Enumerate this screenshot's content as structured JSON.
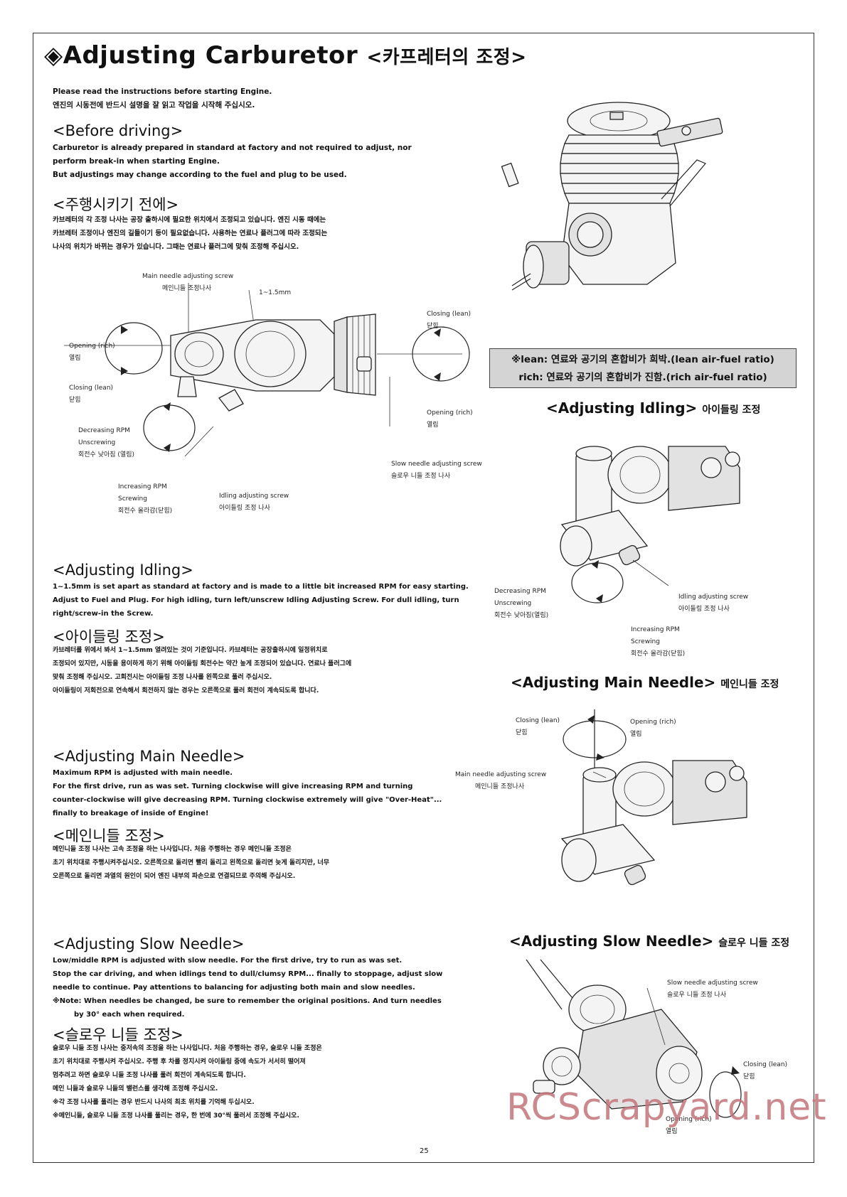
{
  "title": {
    "symbol": "◈",
    "text": "Adjusting Carburetor",
    "korean": "<카프레터의 조정>"
  },
  "intro": [
    "Please read the instructions before starting Engine.",
    "엔진의 시동전에 반드시 설명을 잘 읽고 작업을 시작해 주십시오."
  ],
  "before_driving": {
    "heading": "<Before driving>",
    "lines": [
      "Carburetor is already prepared in standard at factory and not required to adjust, nor",
      "perform break-in when starting Engine.",
      "But adjustings may change according to the fuel and plug to be used."
    ],
    "heading_ko": "<주행시키기 전에>",
    "lines_ko": [
      "카브레터의 각 조정 나사는 공장 출하시에 필요한 위치에서 조정되고 있습니다. 엔진 시동 때에는",
      "카브레터 조정이나 엔진의 길들이기 등이 필요없습니다. 사용하는 연료나 플러그에 따라 조정되는",
      "나사의 위치가 바뀌는 경우가 있습니다. 그때는 연료나 플러그에 맞춰 조정해 주십시오."
    ]
  },
  "diagram1": {
    "main_needle": [
      "Main needle adjusting screw",
      "메인니들 조정나사"
    ],
    "gap": "1~1.5mm",
    "closing_lean_right": [
      "Closing (lean)",
      "닫힘"
    ],
    "opening_rich_left": [
      "Opening (rich)",
      "열림"
    ],
    "closing_lean_left": [
      "Closing (lean)",
      "닫힘"
    ],
    "opening_rich_right": [
      "Opening (rich)",
      "열림"
    ],
    "decreasing": [
      "Decreasing RPM",
      "Unscrewing",
      "회전수 낮아짐 (열림)"
    ],
    "increasing": [
      "Increasing RPM",
      "Screwing",
      "회전수 올라감(닫힘)"
    ],
    "idling_screw": [
      "Idling adjusting screw",
      "아이들링 조정 나사"
    ],
    "slow_needle": [
      "Slow needle adjusting screw",
      "슬로우 니들 조정 나사"
    ]
  },
  "note_box": [
    "※lean: 연료와 공기의 혼합비가 희박.(lean air-fuel ratio)",
    "rich: 연료와 공기의 혼합비가 진함.(rich air-fuel ratio)"
  ],
  "idling_right": {
    "heading": "<Adjusting Idling>",
    "heading_ko": "아이들링 조정",
    "decreasing": [
      "Decreasing RPM",
      "Unscrewing",
      "회전수 낮아짐(열림)"
    ],
    "increasing": [
      "Increasing RPM",
      "Screwing",
      "회전수 올라감(닫힘)"
    ],
    "screw": [
      "Idling adjusting screw",
      "아이들링 조정 나사"
    ]
  },
  "idling": {
    "heading": "<Adjusting Idling>",
    "lines": [
      "1~1.5mm is set apart as standard at factory and is made to a little bit increased RPM for easy starting.",
      "Adjust to Fuel and Plug.  For high idling, turn left/unscrew Idling Adjusting Screw.  For dull idling, turn",
      "right/screw-in the Screw."
    ],
    "heading_ko": "<아이들링 조정>",
    "lines_ko": [
      "카브레터를 위에서 봐서 1~1.5mm 열려있는 것이 기준입니다. 카브레터는 공장출하시에 일정위치로",
      "조정되어 있지만, 시동을 용이하게 하기 위해 아이들링 회전수는 약간 높게 조정되어 있습니다. 연료나 플러그에",
      "맞춰 조정해 주십시오. 고회전시는 아이들링 조정 나사를 왼쪽으로 풀러 주십시오.",
      "아이들링이 저회전으로 연속해서 회전하지 않는 경우는 오른쪽으로 풀러 회전이 계속되도록 합니다."
    ]
  },
  "main_right": {
    "heading": "<Adjusting Main Needle>",
    "heading_ko": "메인니들 조정",
    "closing": [
      "Closing (lean)",
      "닫힘"
    ],
    "opening": [
      "Opening (rich)",
      "열림"
    ],
    "screw": [
      "Main needle adjusting screw",
      "메인니들 조정나사"
    ]
  },
  "main_needle": {
    "heading": "<Adjusting Main Needle>",
    "lines": [
      "Maximum RPM is adjusted with main needle.",
      "For the first drive, run as was set.  Turning clockwise will give increasing RPM and turning",
      "counter-clockwise will give decreasing RPM. Turning clockwise extremely will give \"Over-Heat\"...",
      "finally to breakage of inside of Engine!"
    ],
    "heading_ko": "<메인니들 조정>",
    "lines_ko": [
      "메인니들 조정 나사는 고속 조정을 하는 나사입니다. 처음 주행하는 경우 메인니들 조정은",
      "초기 위치대로 주행시켜주십시오. 오른쪽으로 돌리면 빨리 돌리고 왼쪽으로 돌리면 늦게 돌리지만, 너무",
      "오른쪽으로 돌리면 과열의 원인이 되어 엔진 내부의 파손으로 연결되므로 주의해 주십시오."
    ]
  },
  "slow_right": {
    "heading": "<Adjusting Slow Needle>",
    "heading_ko": "슬로우 니들 조정",
    "screw": [
      "Slow needle adjusting screw",
      "슬로우 니들 조정 나사"
    ],
    "closing": [
      "Closing (lean)",
      "닫힘"
    ],
    "opening": [
      "Opening (rich)",
      "열림"
    ]
  },
  "slow_needle": {
    "heading": "<Adjusting Slow Needle>",
    "lines": [
      "Low/middle RPM is adjusted with slow needle.  For the first drive, try to run as was set.",
      "Stop the car driving, and when idlings tend to dull/clumsy RPM... finally to stoppage, adjust slow",
      "needle to continue.  Pay attentions to balancing for adjusting both main and slow needles.",
      "※Note: When needles be changed, be sure to remember the original positions.  And turn needles",
      "by 30° each when required."
    ],
    "heading_ko": "<슬로우 니들 조정>",
    "lines_ko": [
      "슬로우 니들 조정 나사는 중저속의 조정을 하는 나사입니다. 처음 주행하는 경우, 슬로우 니들 조정은",
      "초기 위치대로 주행시켜 주십시오. 주행 후 차를 정지시켜 아이들링 중에 속도가 서서히 떨어져",
      "멈추려고 하면 슬로우 니들 조정 나사를 풀러 회전이 계속되도록 합니다.",
      "메인 니들과 슬로우 니들의 밸런스를 생각해 조정해 주십시오.",
      "※각 조정 나사를 풀리는 경우 반드시 나사의 최초 위치를 기억해 두십시오.",
      "※메인니들, 슬로우 니들 조정 나사를 풀리는 경우, 한 번에 30°씩 풀러서 조정해 주십시오."
    ]
  },
  "page_number": "25",
  "watermark": "RCScrapyard.net"
}
